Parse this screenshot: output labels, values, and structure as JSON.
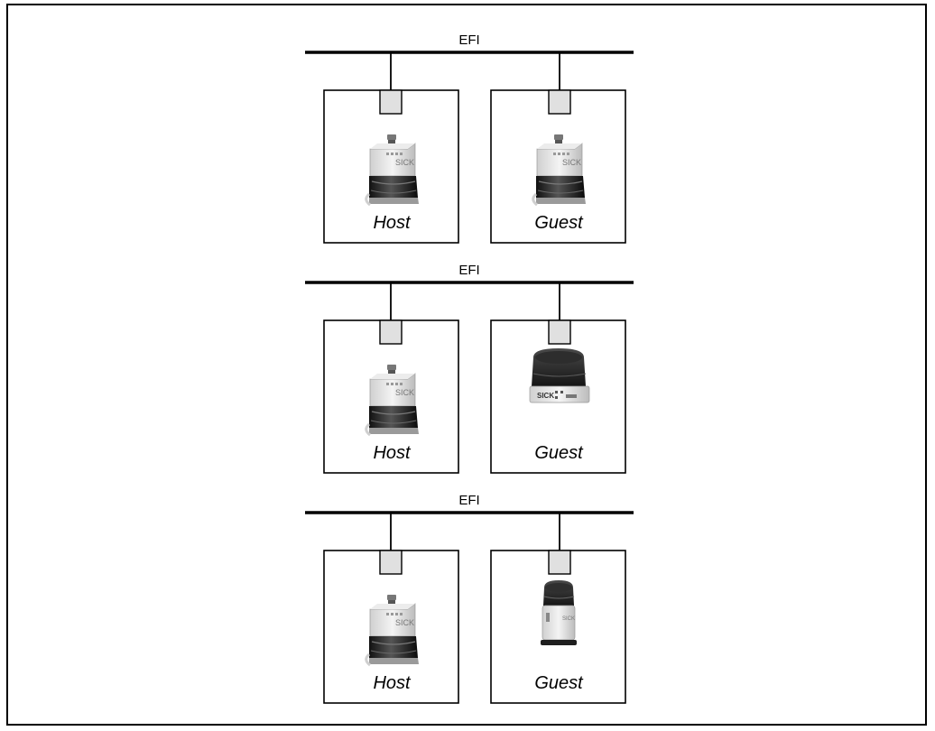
{
  "bus_label": "EFI",
  "rows": [
    {
      "host": {
        "label": "Host",
        "scanner": "s3000-scanner"
      },
      "guest": {
        "label": "Guest",
        "scanner": "s3000-scanner"
      }
    },
    {
      "host": {
        "label": "Host",
        "scanner": "s3000-scanner"
      },
      "guest": {
        "label": "Guest",
        "scanner": "s300-scanner"
      }
    },
    {
      "host": {
        "label": "Host",
        "scanner": "s3000-scanner"
      },
      "guest": {
        "label": "Guest",
        "scanner": "s300-mini-scanner"
      }
    }
  ],
  "colors": {
    "line": "#000000",
    "connector_fill": "#e0e0e0",
    "box_fill": "#ffffff"
  }
}
